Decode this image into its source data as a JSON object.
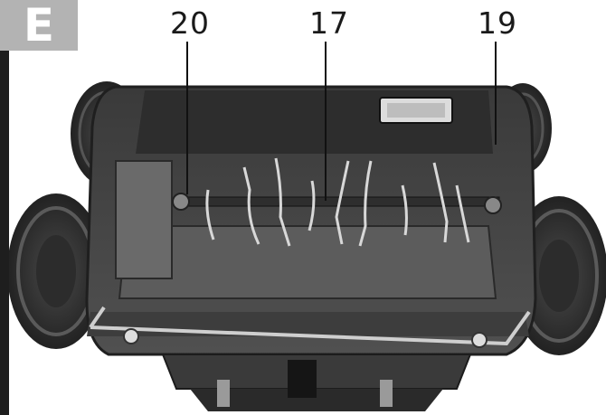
{
  "figure": {
    "section_letter": "E",
    "callouts": [
      {
        "label": "20"
      },
      {
        "label": "17"
      },
      {
        "label": "19"
      }
    ]
  }
}
